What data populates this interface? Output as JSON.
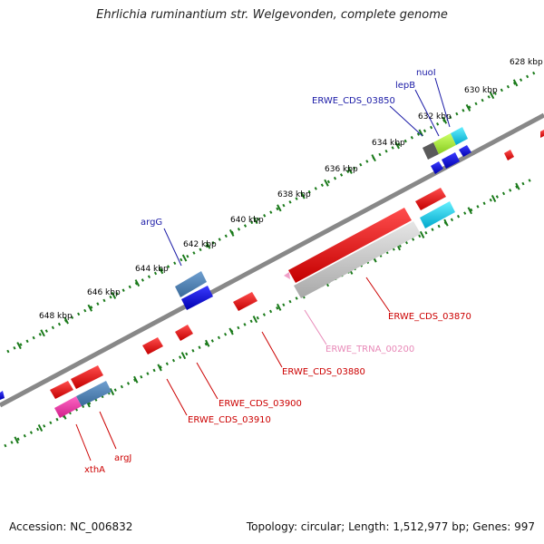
{
  "title": "Ehrlichia ruminantium str. Welgevonden, complete genome",
  "footer": {
    "accession": "Accession: NC_006832",
    "summary": "Topology: circular; Length: 1,512,977 bp; Genes: 997"
  },
  "colors": {
    "backbone": "#808080",
    "ticks": "#1a7a1a",
    "tick_label": "#000000",
    "label_blue": "#1a1aa6",
    "label_red": "#cc0000",
    "label_pink": "#e889b8"
  },
  "scale_labels": [
    "628 kbp",
    "630 kbp",
    "632 kbp",
    "634 kbp",
    "636 kbp",
    "638 kbp",
    "640 kbp",
    "642 kbp",
    "644 kbp",
    "646 kbp",
    "648 kbp"
  ],
  "gene_labels": {
    "nuoI": "nuoI",
    "lepB": "lepB",
    "erwe_cds_03850": "ERWE_CDS_03850",
    "argG": "argG",
    "erwe_cds_03870": "ERWE_CDS_03870",
    "erwe_trna_00200": "ERWE_TRNA_00200",
    "erwe_cds_03880": "ERWE_CDS_03880",
    "erwe_cds_03900": "ERWE_CDS_03900",
    "erwe_cds_03910": "ERWE_CDS_03910",
    "argJ": "argJ",
    "xthA": "xthA"
  }
}
